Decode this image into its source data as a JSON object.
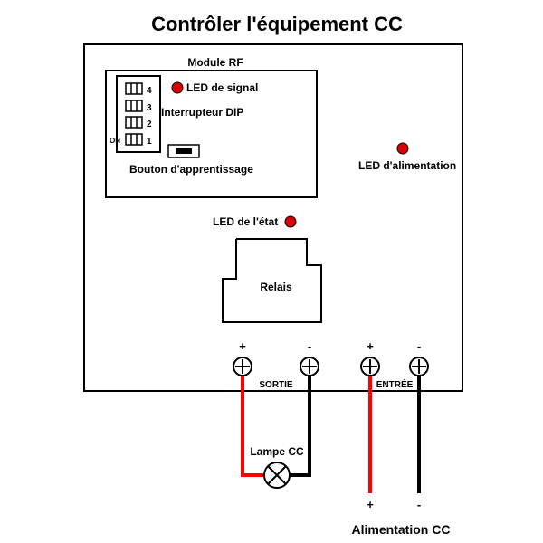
{
  "title": "Contrôler l'équipement CC",
  "rf_module": {
    "label": "Module RF",
    "signal_led_label": "LED de signal",
    "dip_switch_label": "Interrupteur DIP",
    "dip_on_label": "ON",
    "dip_numbers": [
      "4",
      "3",
      "2",
      "1"
    ],
    "learn_button_label": "Bouton d'apprentissage"
  },
  "power_led_label": "LED d'alimentation",
  "status_led_label": "LED de l'état",
  "relay_label": "Relais",
  "terminals": {
    "output_label": "SORTIE",
    "input_label": "ENTRÉE",
    "plus": "+",
    "minus": "-"
  },
  "lamp_label": "Lampe CC",
  "supply": {
    "plus": "+",
    "minus": "-",
    "label": "Alimentation CC"
  },
  "colors": {
    "led_red": "#dd0000",
    "wire_positive": "#ff0000",
    "wire_negative": "#000000"
  }
}
